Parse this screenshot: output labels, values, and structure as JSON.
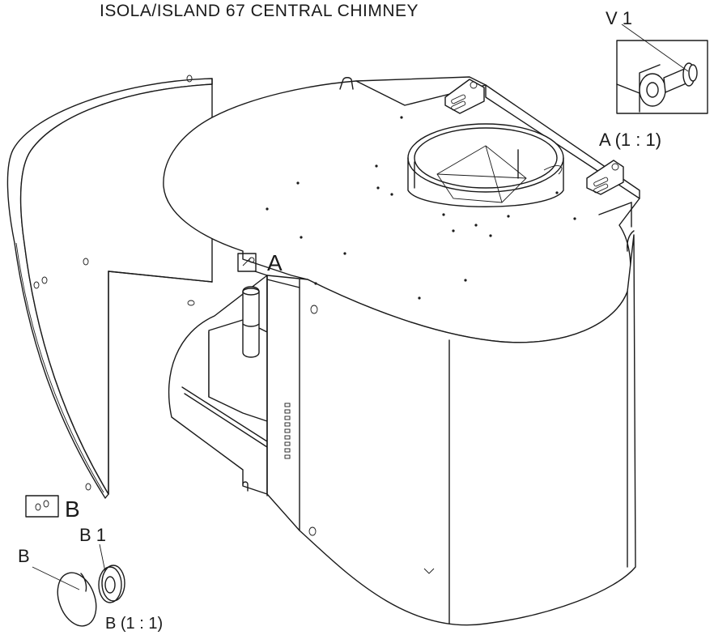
{
  "title": "ISOLA/ISLAND 67 CENTRAL CHIMNEY",
  "callouts": {
    "detail_a_marker": "A",
    "detail_b_marker": "B",
    "detail_a_part": "V 1",
    "detail_a_scale": "A  (1 : 1)",
    "detail_b_part_left": "B",
    "detail_b_part_right": "B 1",
    "detail_b_scale": "B  (1 : 1)"
  },
  "colors": {
    "line": "#1a1a1a",
    "paper": "#ffffff"
  }
}
